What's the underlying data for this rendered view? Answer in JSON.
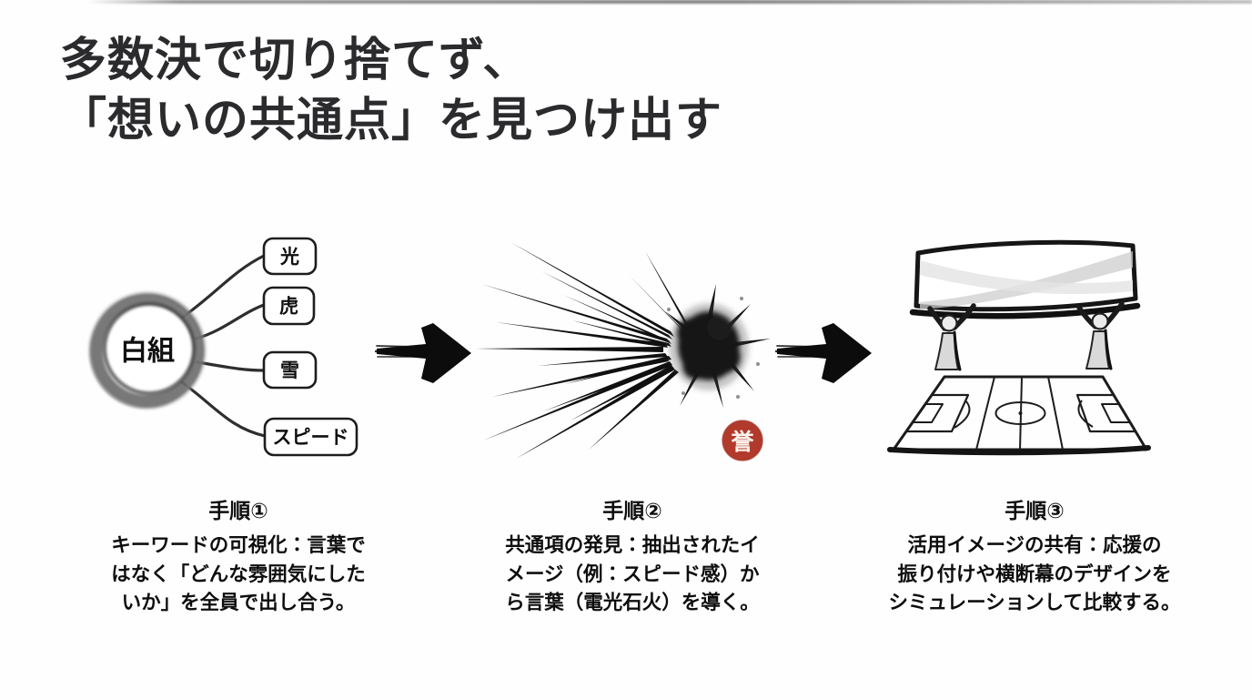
{
  "title": {
    "line1": "多数決で切り捨てず、",
    "line2": "「想いの共通点」を見つけ出す"
  },
  "mindmap": {
    "center_label": "白組",
    "keywords": [
      "光",
      "虎",
      "雪",
      "スピード"
    ]
  },
  "ink_seal": {
    "character": "誉",
    "color": "#b23a2c"
  },
  "steps": [
    {
      "heading": "手順①",
      "body": "キーワードの可視化：言葉で\nはなく「どんな雰囲気にした\nいか」を全員で出し合う。"
    },
    {
      "heading": "手順②",
      "body": "共通項の発見：抽出されたイ\nメージ（例：スピード感）か\nら言葉（電光石火）を導く。"
    },
    {
      "heading": "手順③",
      "body": "活用イメージの共有：応援の\n振り付けや横断幕のデザインを\nシミュレーションして比較する。"
    }
  ],
  "colors": {
    "ink": "#111111",
    "title_ink": "#2b2b2e",
    "seal_red": "#b23a2c",
    "background": "#fefefe"
  }
}
